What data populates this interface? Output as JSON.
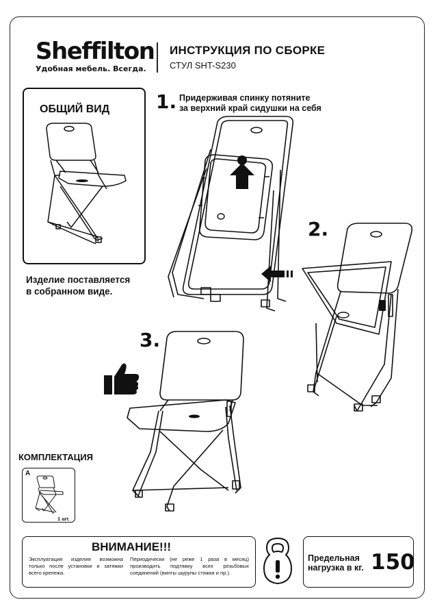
{
  "brand": {
    "name": "Sheffilton",
    "tagline": "Удобная мебель. Всегда."
  },
  "header": {
    "title": "ИНСТРУКЦИЯ ПО СБОРКЕ",
    "subtitle": "СТУЛ SHT-S230"
  },
  "overview": {
    "title": "ОБЩИЙ ВИД",
    "note_line1": "Изделие поставляется",
    "note_line2": "в собранном виде."
  },
  "steps": [
    {
      "number": "1.",
      "text_line1": "Придерживая спинку потяните",
      "text_line2": "за верхний край сидушки на себя"
    },
    {
      "number": "2."
    },
    {
      "number": "3."
    }
  ],
  "kit": {
    "title": "КОМПЛЕКТАЦИЯ",
    "item_letter": "А",
    "item_qty": "1 шт."
  },
  "warning": {
    "title": "ВНИМАНИЕ!!!",
    "left_text": "Эксплуатация изделия возможна только после установки и затяжки всего крепежа.",
    "right_text": "Периодически (не реже 1 раза в месяц) производить подтяжку всех резьбовых соединений (винты шурупы стяжки и пр.)."
  },
  "load": {
    "label_line1": "Предельная",
    "label_line2": "нагрузка в кг.",
    "value": "150"
  },
  "icons": [
    "chair-overview",
    "chair-folded",
    "chair-unfolding",
    "chair-assembled",
    "arrow-up-icon",
    "arrow-left-icon",
    "thumbs-up-icon",
    "kettlebell-icon"
  ]
}
